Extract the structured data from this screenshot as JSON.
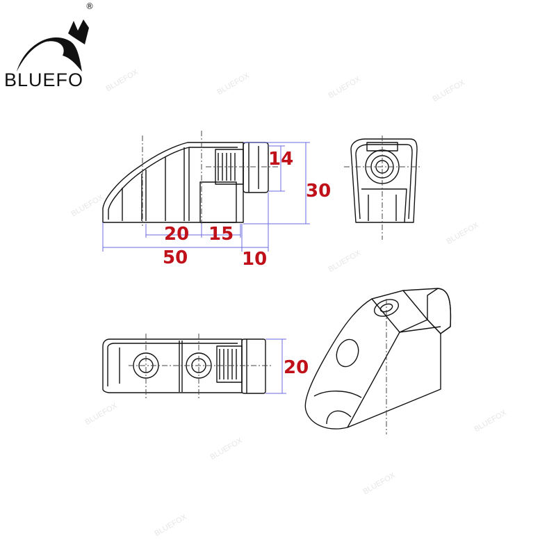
{
  "brand": {
    "name": "BLUEFO",
    "registered_mark": "®",
    "watermark": "BLUEFOX"
  },
  "dimensions": {
    "d14": "14",
    "d30": "30",
    "d20_left": "20",
    "d15": "15",
    "d50": "50",
    "d10": "10",
    "d20_width": "20"
  },
  "colors": {
    "dimension_text": "#c0101a",
    "dimension_line": "#6a6ae0",
    "outline": "#111111",
    "centerline": "#444444"
  }
}
